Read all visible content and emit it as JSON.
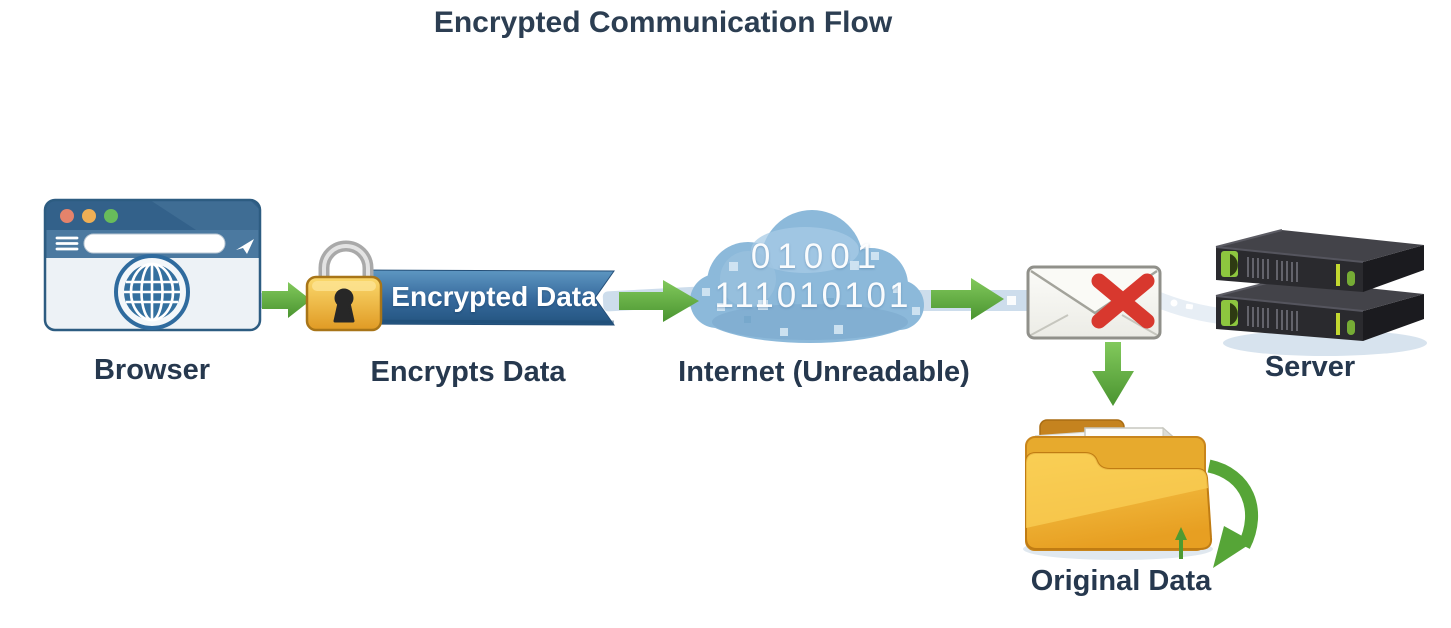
{
  "title": "Encrypted Communication Flow",
  "nodes": {
    "browser": {
      "label": "Browser",
      "icon": "browser-window-icon"
    },
    "encrypt": {
      "label": "Encrypts Data",
      "banner_text": "Encrypted Data",
      "icon": "padlock-icon"
    },
    "internet": {
      "label": "Internet (Unreadable)",
      "icon": "cloud-icon",
      "binary_line1": "01001",
      "binary_line2": "111010101"
    },
    "delivery": {
      "icon": "envelope-blocked-icon"
    },
    "server": {
      "label": "Server",
      "icon": "server-stack-icon"
    },
    "original": {
      "label": "Original Data",
      "icon": "folder-documents-icon"
    }
  },
  "colors": {
    "text_dark": "#26384e",
    "arrow_green": "#56a537",
    "banner_blue": "#35689b",
    "cloud_blue": "#8cb9da",
    "lock_gold": "#f2bc41",
    "folder_gold": "#f0b42e",
    "error_red": "#d8382e",
    "band_blue": "#cdddec"
  }
}
